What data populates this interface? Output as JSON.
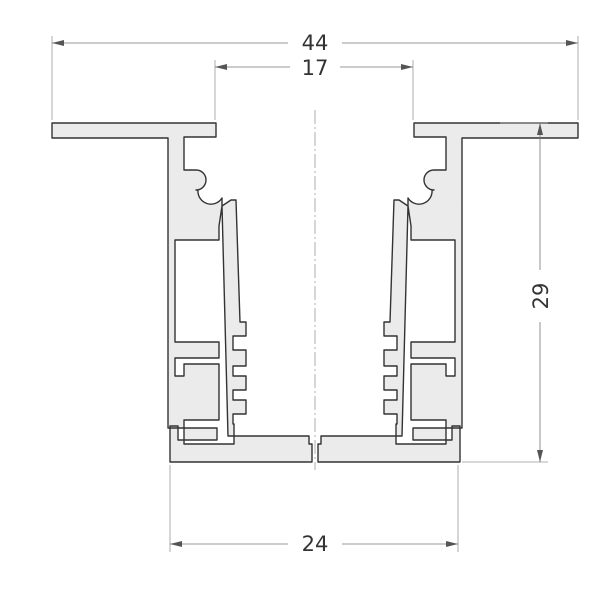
{
  "drawing": {
    "dimensions": {
      "overall_width": "44",
      "inner_width": "17",
      "height": "29",
      "base_width": "24"
    },
    "colors": {
      "outline": "#333333",
      "fill": "#ebebeb",
      "dimension_line": "#777777"
    }
  }
}
